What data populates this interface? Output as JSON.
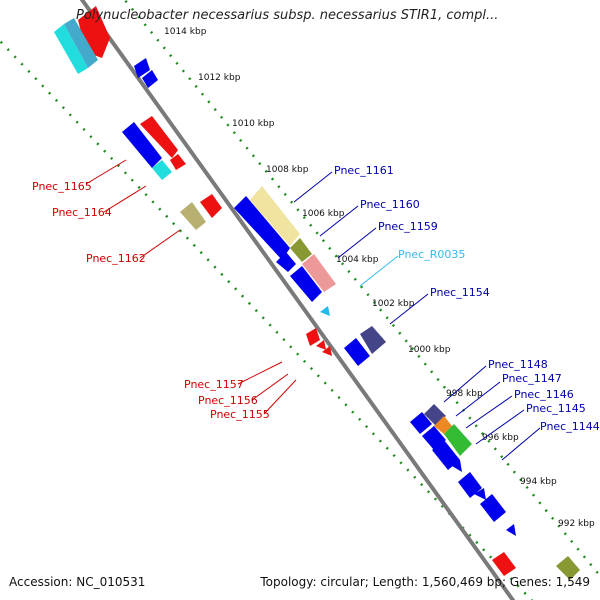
{
  "header": {
    "title": "Polynucleobacter necessarius subsp. necessarius STIR1, compl..."
  },
  "footer": {
    "accession": "Accession: NC_010531",
    "topology": "Topology: circular; Length: 1,560,469 bp; Genes: 1,549"
  },
  "colors": {
    "backbone": "#7a7a7a",
    "tick": "#228b22",
    "blue": "#0000ee",
    "red": "#ee1111",
    "cyan": "#22dddd",
    "teal": "#44aacc",
    "khaki": "#b8b070",
    "paleyellow": "#f0e4a0",
    "olive": "#889933",
    "pink": "#ee9999",
    "navy": "#444488",
    "orange": "#ee8822",
    "green": "#33bb33",
    "label_red": "#cc0000",
    "label_blue": "#0000aa",
    "label_cyan": "#33bbee"
  },
  "kbp_labels": [
    "1014 kbp",
    "1012 kbp",
    "1010 kbp",
    "1008 kbp",
    "1006 kbp",
    "1004 kbp",
    "1002 kbp",
    "1000 kbp",
    "998 kbp",
    "996 kbp",
    "994 kbp",
    "992 kbp"
  ],
  "gene_labels": {
    "left": [
      "Pnec_1165",
      "Pnec_1164",
      "Pnec_1162",
      "Pnec_1157",
      "Pnec_1156",
      "Pnec_1155"
    ],
    "right": [
      "Pnec_1161",
      "Pnec_1160",
      "Pnec_1159",
      "Pnec_R0035",
      "Pnec_1154",
      "Pnec_1148",
      "Pnec_1147",
      "Pnec_1146",
      "Pnec_1145",
      "Pnec_1144"
    ]
  }
}
